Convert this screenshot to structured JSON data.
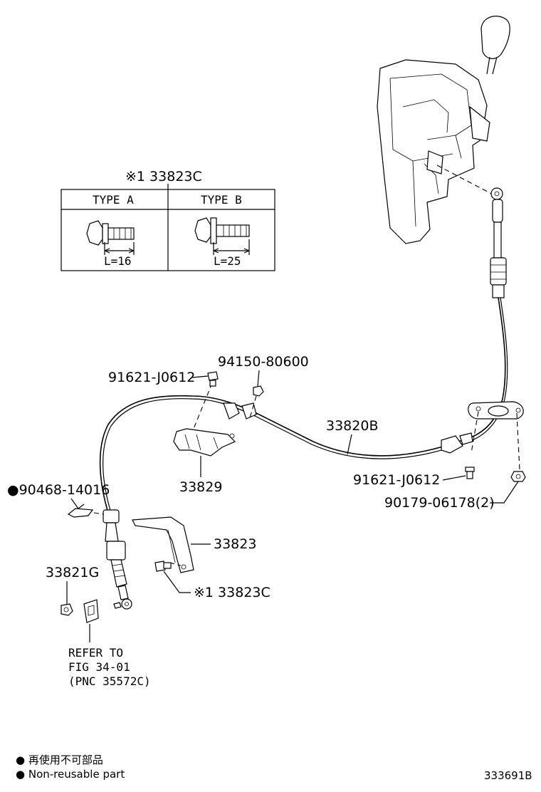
{
  "figure_code": "333691B",
  "type_table": {
    "title": "※1 33823C",
    "columns": [
      {
        "header": "TYPE A",
        "length": "L=16"
      },
      {
        "header": "TYPE B",
        "length": "L=25"
      }
    ]
  },
  "callouts": {
    "p94150": "94150-80600",
    "p91621_top": "91621-J0612",
    "p33820B": "33820B",
    "p91621_bot": "91621-J0612",
    "p90179": "90179-06178(2)",
    "p33829": "33829",
    "p90468": "●90468-14016",
    "p33823": "33823",
    "p33821G": "33821G",
    "p33823C": "※1 33823C"
  },
  "refer_note": {
    "line1": "REFER TO",
    "line2": "FIG 34-01",
    "line3": "(PNC 35572C)"
  },
  "legend": {
    "line1": "● 再使用不可部品",
    "line2": "● Non-reusable part"
  }
}
